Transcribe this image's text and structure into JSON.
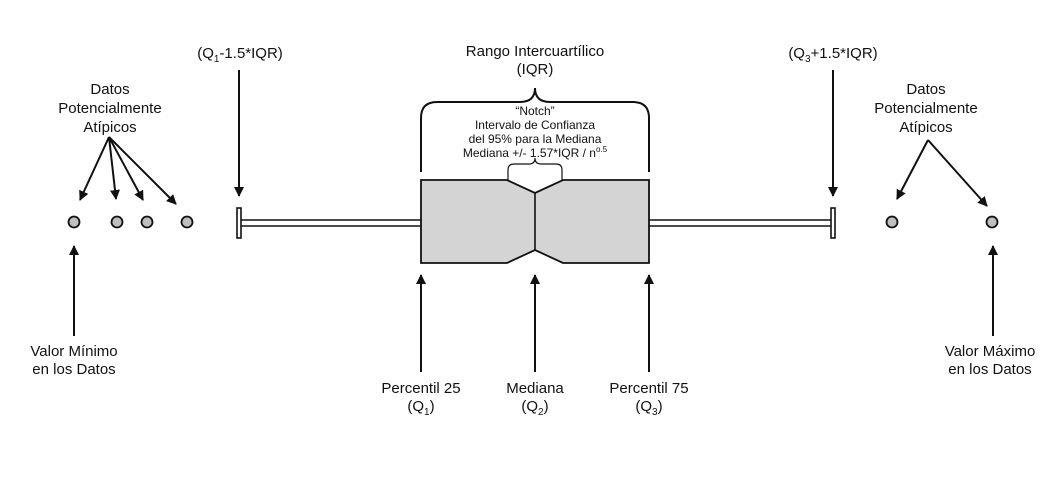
{
  "colors": {
    "box_fill": "#d4d4d4",
    "stroke": "#111111",
    "outlier_fill": "#bfbfbf"
  },
  "labels": {
    "whisker_low": {
      "pre": "(Q",
      "sub": "1",
      "post": "-1.5*IQR)"
    },
    "whisker_high": {
      "pre": "(Q",
      "sub": "3",
      "post": "+1.5*IQR)"
    },
    "iqr_title": "Rango Intercuartílico",
    "iqr_abbr": "(IQR)",
    "notch": {
      "title": "“Notch”",
      "line1": "Intervalo de Confianza",
      "line2": "del 95% para la Mediana",
      "line3_pre": "Mediana +/- 1.57*IQR / n",
      "line3_sup": "o.5"
    },
    "outliers_left": [
      "Datos",
      "Potencialmente",
      "Atípicos"
    ],
    "outliers_right": [
      "Datos",
      "Potencialmente",
      "Atípicos"
    ],
    "min_value": [
      "Valor Mínimo",
      "en los Datos"
    ],
    "max_value": [
      "Valor Máximo",
      "en los Datos"
    ],
    "q1": {
      "line1": "Percentil 25",
      "pre": "(Q",
      "sub": "1",
      "post": ")"
    },
    "median": {
      "line1": "Mediana",
      "pre": "(Q",
      "sub": "2",
      "post": ")"
    },
    "q3": {
      "line1": "Percentil 75",
      "pre": "(Q",
      "sub": "3",
      "post": ")"
    }
  }
}
